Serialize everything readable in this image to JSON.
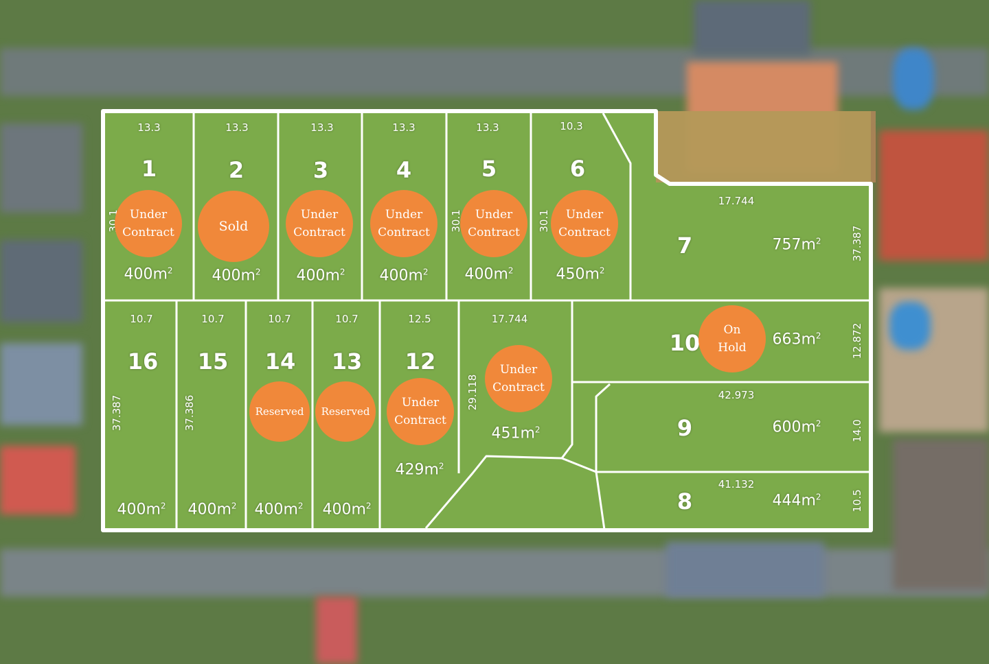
{
  "title": "Site plan",
  "colors": {
    "badge": "#f0883a",
    "boundary": "#ffffff"
  },
  "lots": [
    {
      "number": "1",
      "area": "400m",
      "status": "Under Contract",
      "frontage": "13.3",
      "depth": "30.1"
    },
    {
      "number": "2",
      "area": "400m",
      "status": "Sold",
      "frontage": "13.3"
    },
    {
      "number": "3",
      "area": "400m",
      "status": "Under Contract",
      "frontage": "13.3"
    },
    {
      "number": "4",
      "area": "400m",
      "status": "Under Contract",
      "frontage": "13.3"
    },
    {
      "number": "5",
      "area": "400m",
      "status": "Under Contract",
      "frontage": "13.3",
      "depth": "30.1"
    },
    {
      "number": "6",
      "area": "450m",
      "status": "Under Contract",
      "frontage": "10.3",
      "depth": "30.1"
    },
    {
      "number": "7",
      "area": "757m",
      "frontage": "17.744",
      "depth": "37.387"
    },
    {
      "number": "10",
      "area": "663m",
      "status": "On Hold",
      "depth": "12.872"
    },
    {
      "number": "9",
      "area": "600m",
      "frontage": "42.973",
      "depth": "14.0"
    },
    {
      "number": "8",
      "area": "444m",
      "frontage": "41.132",
      "depth": "10.5"
    },
    {
      "number": "16",
      "area": "400m",
      "frontage": "10.7",
      "depth": "37.387"
    },
    {
      "number": "15",
      "area": "400m",
      "frontage": "10.7",
      "depth": "37.386"
    },
    {
      "number": "14",
      "area": "400m",
      "status": "Reserved",
      "frontage": "10.7"
    },
    {
      "number": "13",
      "area": "400m",
      "status": "Reserved",
      "frontage": "10.7"
    },
    {
      "number": "12",
      "area": "429m",
      "status": "Under Contract",
      "frontage": "12.5"
    },
    {
      "number": "",
      "area": "451m",
      "status": "Under Contract",
      "frontage": "17.744",
      "depth": "29.118"
    }
  ],
  "area_unit_sup": "2"
}
